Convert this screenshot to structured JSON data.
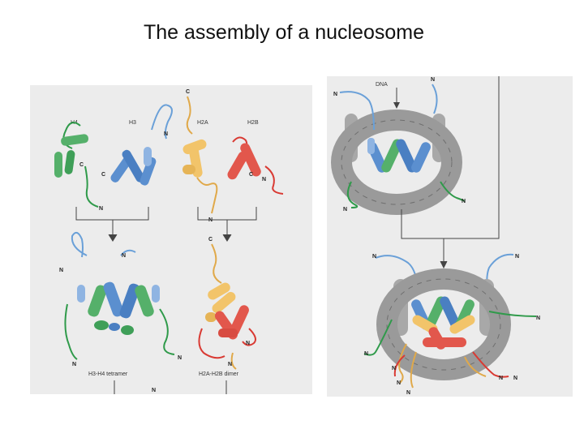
{
  "slide": {
    "title": "The assembly of a nucleosome"
  },
  "colors": {
    "h3": "#5b8fcf",
    "h4": "#55b06a",
    "h2a": "#f2c46a",
    "h2b": "#e2574c",
    "tail_h3": "#6aa0d8",
    "tail_h4": "#2f9a4a",
    "tail_h2a": "#e0a94a",
    "tail_h2b": "#d93a33",
    "dna": "#9a9a9a",
    "panel": "#ececec"
  },
  "labels": {
    "h4": "H4",
    "h3": "H3",
    "h2a": "H2A",
    "h2b": "H2B",
    "dna": "DNA",
    "tetramer": "H3-H4 tetramer",
    "dimer": "H2A-H2B dimer",
    "n": "N",
    "c": "C"
  }
}
